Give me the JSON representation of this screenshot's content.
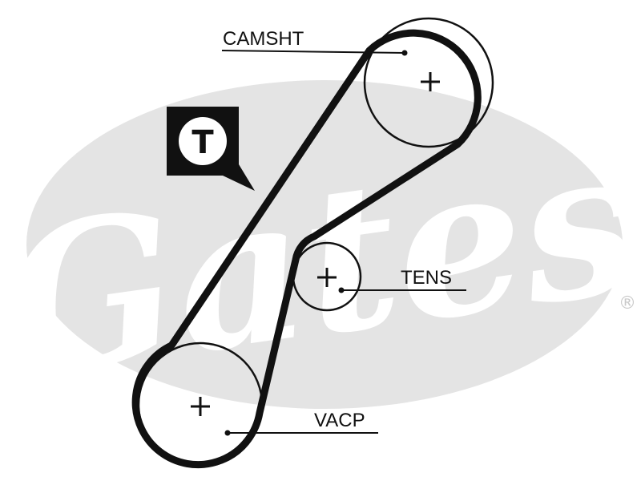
{
  "brand": {
    "logo_text": "Gates",
    "registered_mark": "®",
    "oval_color": "#e4e4e4"
  },
  "diagram": {
    "belt_color": "#111111",
    "leader_color": "#111111",
    "labels": {
      "camshaft": "CAMSHT",
      "tensioner": "TENS",
      "water_pump": "VACP",
      "timing_marker": "T"
    },
    "icons": [
      "plus-center-icon",
      "timing-flag-icon"
    ]
  }
}
